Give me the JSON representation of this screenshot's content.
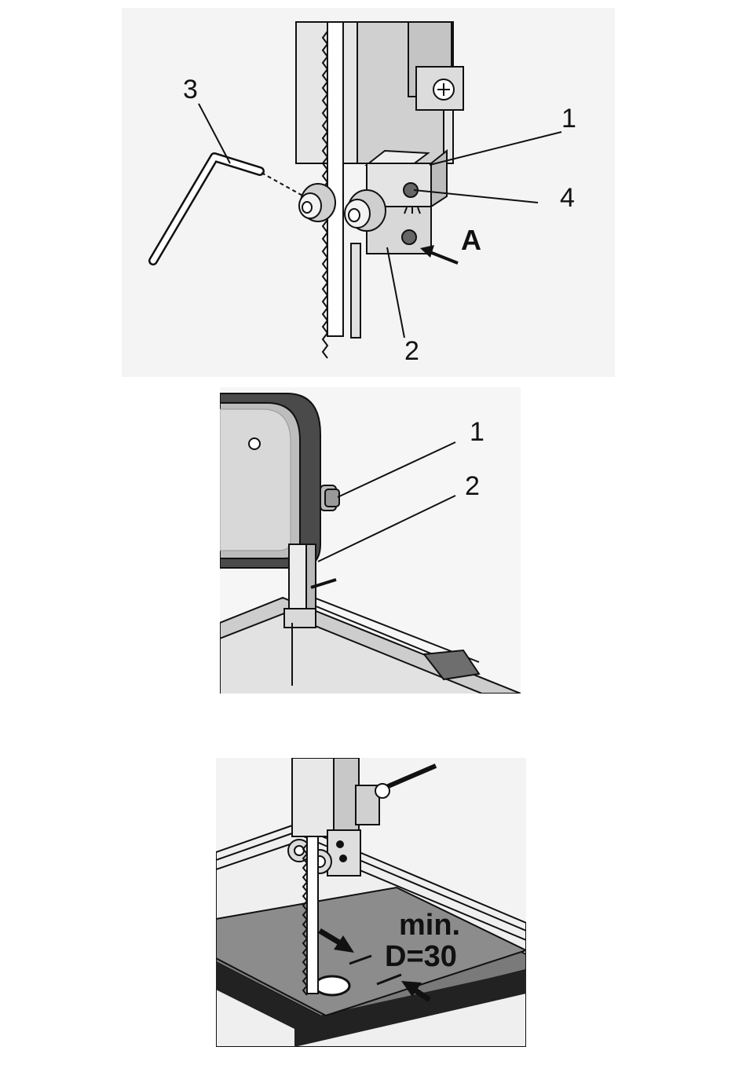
{
  "figures": [
    {
      "callouts": {
        "c1": "1",
        "c2": "2",
        "c3": "3",
        "c4": "4",
        "cA": "A"
      }
    },
    {
      "callouts": {
        "c1": "1",
        "c2": "2"
      }
    },
    {
      "label_line1": "min.",
      "label_line2": "D=30"
    }
  ],
  "colors": {
    "line": "#111111",
    "metal_light": "#e8e8e8",
    "metal_mid": "#bdbdbd",
    "metal_dark": "#8a8a8a",
    "table_dark": "#9a9a9a"
  }
}
